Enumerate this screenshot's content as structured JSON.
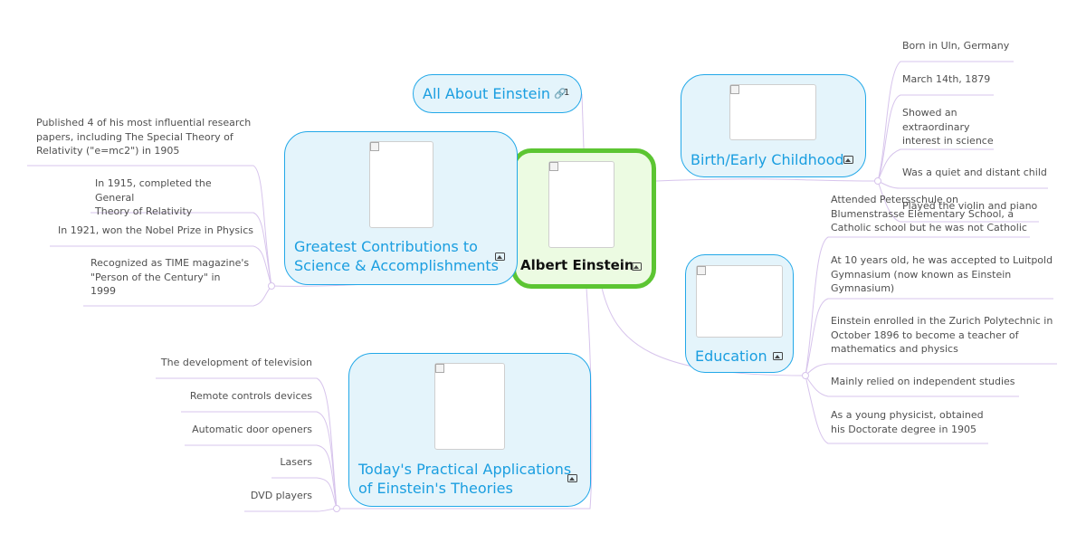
{
  "central": {
    "title": "Albert Einstein"
  },
  "all_about": {
    "title": "All About Einstein",
    "link_count": "1",
    "icon": "link-icon"
  },
  "birth": {
    "title": "Birth/Early Childhood",
    "leaves": [
      "Born in Uln, Germany",
      "March 14th, 1879",
      "Showed an\nextraordinary\ninterest in science",
      "Was a quiet and distant child",
      "Played the violin and piano"
    ]
  },
  "education": {
    "title": "Education",
    "leaves": [
      "Attended Petersschule on\nBlumenstrasse Elementary School, a\nCatholic school but he was not Catholic",
      "At 10 years old, he was accepted to Luitpold\nGymnasium (now known as Einstein\nGymnasium)",
      "Einstein enrolled in the Zurich Polytechnic in\nOctober 1896 to become a teacher of\nmathematics and physics",
      "Mainly relied on independent studies",
      "As a young physicist, obtained\nhis Doctorate degree in 1905"
    ]
  },
  "contributions": {
    "title": "Greatest Contributions to\nScience & Accomplishments",
    "leaves": [
      "Published 4 of his most influential research\npapers, including The Special Theory of\nRelativity (\"e=mc2\") in 1905",
      "In 1915, completed the General\nTheory of Relativity",
      "In 1921, won the Nobel Prize in Physics",
      "Recognized as TIME magazine's\n\"Person of the Century\" in\n1999"
    ]
  },
  "applications": {
    "title": "Today's Practical Applications\nof Einstein's Theories",
    "leaves": [
      "The development of television",
      "Remote controls devices",
      "Automatic door openers",
      "Lasers",
      "DVD players"
    ]
  },
  "colors": {
    "central_border": "#5cc532",
    "central_fill": "#ecfbe2",
    "topic_border": "#22a8e8",
    "topic_fill": "#e4f4fb",
    "topic_text": "#1a9ee0",
    "connector": "#d7c4ec",
    "leaf_text": "#505050"
  }
}
